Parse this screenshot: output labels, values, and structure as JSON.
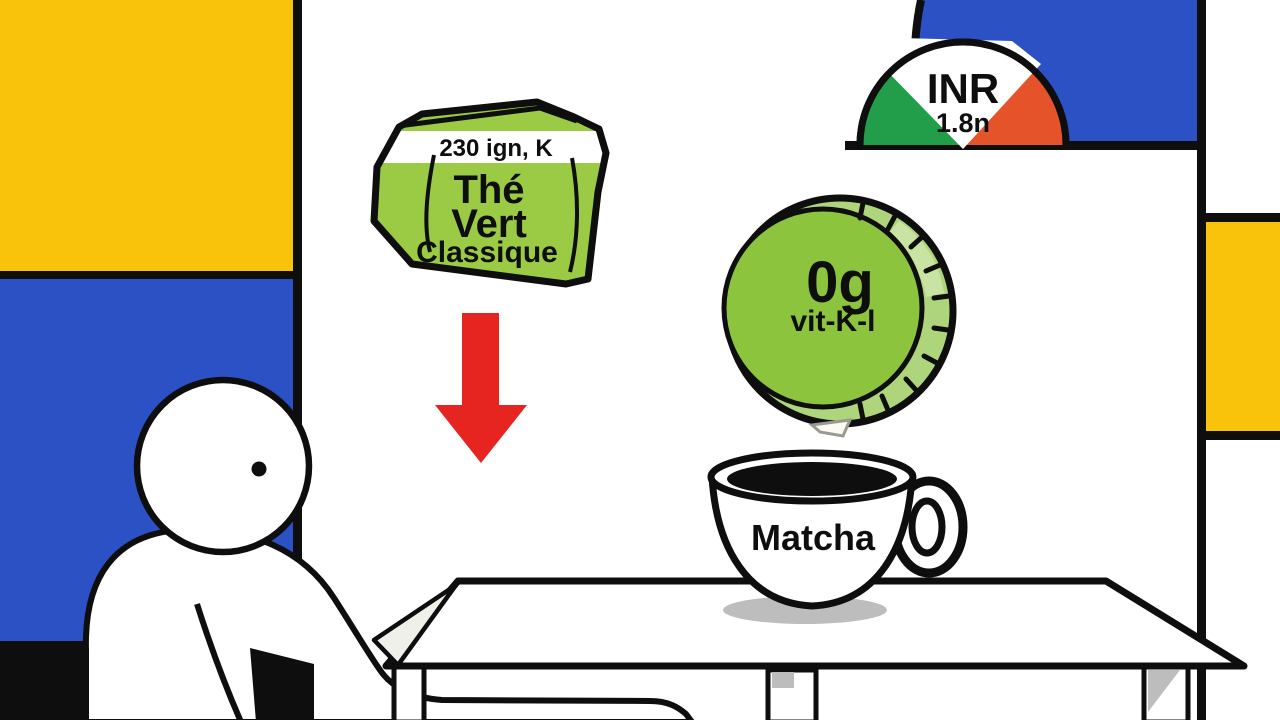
{
  "labels": {
    "gauge_title": "INR",
    "gauge_value": "1.8n",
    "package_top_text": "230 ign, K",
    "package_line1": "Thé",
    "package_line2": "Vert",
    "package_line3": "Classique",
    "coin_amount": "0g",
    "coin_label": "vit-K-l",
    "cup_label": "Matcha"
  },
  "colors": {
    "yellow": "#F8C30A",
    "blue": "#2B51C4",
    "ink": "#0E0E0E",
    "gauge_green": "#229E4B",
    "gauge_red": "#E5532B",
    "arrow_red": "#E62520",
    "package_green": "#9BCB45",
    "coin_green": "#8CC43E",
    "coin_rim": "#AED57C",
    "coin_rim_light": "#C9E4A2",
    "shadow_gray": "#BDBDBD",
    "flap_tint": "#EFF0E8"
  }
}
